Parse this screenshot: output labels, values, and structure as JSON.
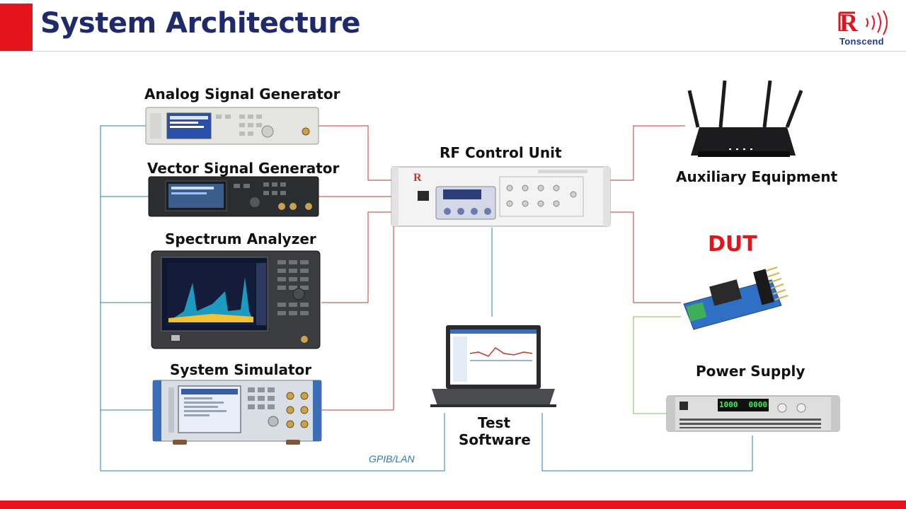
{
  "header": {
    "title": "System Architecture",
    "logo_text": "Tonscend",
    "accent_color": "#e5141c",
    "title_color": "#1f2a6b"
  },
  "devices": {
    "analog_signal_generator": "Analog Signal Generator",
    "vector_signal_generator": "Vector Signal Generator",
    "spectrum_analyzer": "Spectrum Analyzer",
    "system_simulator": "System Simulator",
    "rf_control_unit": "RF Control Unit",
    "auxiliary_equipment": "Auxiliary Equipment",
    "dut": "DUT",
    "power_supply": "Power Supply",
    "test_software_line1": "Test",
    "test_software_line2": "Software"
  },
  "power_supply_readouts": [
    "1000",
    "0000"
  ],
  "links": {
    "bus_label": "GPIB/LAN",
    "rf_color": "#c0392b",
    "control_color": "#2b7bb9",
    "power_color": "#7cbf5a"
  }
}
